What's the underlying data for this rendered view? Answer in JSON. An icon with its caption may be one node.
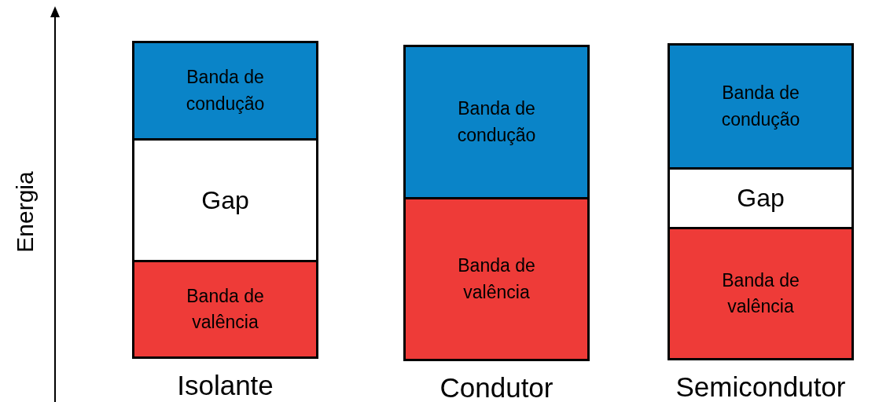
{
  "diagram": {
    "nodes": [
      {
        "text": [],
        "shape": "box",
        "beside": [
          "Isolante"
        ]
      },
      {
        "text": [
          "Banda de condução"
        ],
        "in": 0
      },
      {
        "text": [
          "Gap"
        ],
        "in": 0
      },
      {
        "text": [
          "Banda de valência"
        ],
        "in": 0
      },
      {
        "text": [],
        "shape": "box",
        "beside": [
          "Condutor"
        ]
      },
      {
        "text": [
          "Banda de condução"
        ],
        "in": 4
      },
      {
        "text": [
          "Banda de valência"
        ],
        "in": 4
      },
      {
        "text": [],
        "shape": "box",
        "beside": [
          "Semicondutor"
        ]
      },
      {
        "text": [
          "Banda de condução"
        ],
        "in": 7
      },
      {
        "text": [
          "Gap"
        ],
        "in": 7
      },
      {
        "text": [
          "Banda de valência"
        ],
        "in": 7
      }
    ],
    "edges": [],
    "labels": [
      "Energia"
    ]
  }
}
